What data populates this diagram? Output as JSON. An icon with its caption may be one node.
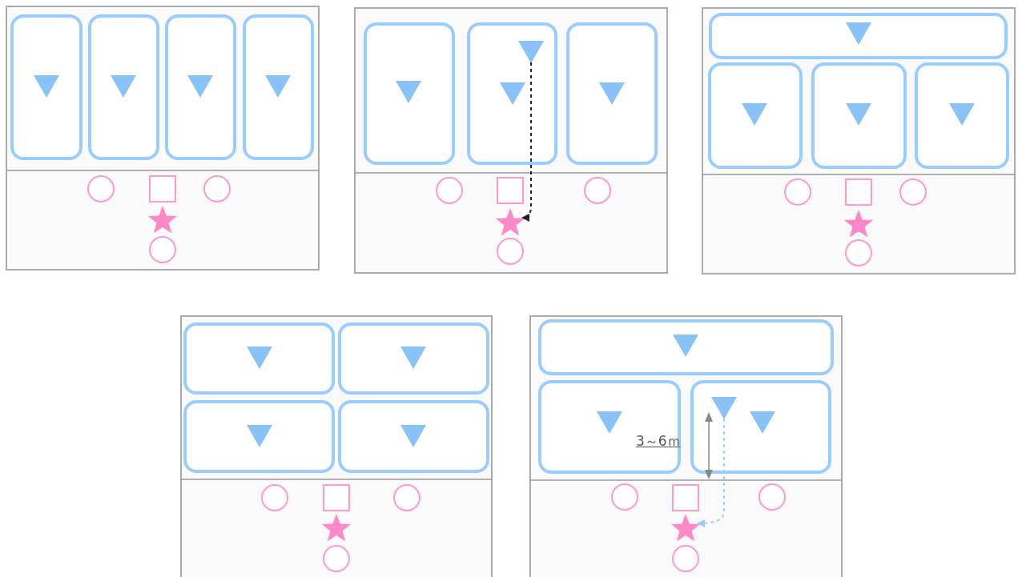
{
  "diagram": {
    "nodes": [
      {
        "text": [],
        "shape": "triangle"
      },
      {
        "text": [],
        "shape": "triangle"
      },
      {
        "text": [],
        "shape": "triangle"
      },
      {
        "text": [],
        "shape": "triangle"
      },
      {
        "text": [],
        "shape": "star"
      },
      {
        "text": [],
        "shape": "triangle"
      },
      {
        "text": [],
        "shape": "triangle"
      },
      {
        "text": [],
        "shape": "triangle"
      },
      {
        "text": [],
        "shape": "triangle"
      },
      {
        "text": [],
        "shape": "star"
      },
      {
        "text": [],
        "shape": "triangle"
      },
      {
        "text": [],
        "shape": "triangle"
      },
      {
        "text": [],
        "shape": "triangle"
      },
      {
        "text": [],
        "shape": "triangle"
      },
      {
        "text": [],
        "shape": "star"
      },
      {
        "text": [],
        "shape": "triangle"
      },
      {
        "text": [],
        "shape": "triangle"
      },
      {
        "text": [],
        "shape": "triangle"
      },
      {
        "text": [],
        "shape": "triangle"
      },
      {
        "text": [],
        "shape": "star"
      },
      {
        "text": [],
        "shape": "triangle"
      },
      {
        "text": [],
        "shape": "triangle"
      },
      {
        "text": [],
        "shape": "triangle"
      },
      {
        "text": [],
        "shape": "triangle"
      },
      {
        "text": [],
        "shape": "star"
      }
    ],
    "edges": [
      {
        "from": 5,
        "to": 9,
        "arrow": "to",
        "style": "dashed"
      },
      {
        "from": 21,
        "to": 24,
        "arrow": "to",
        "style": "dashed",
        "color": "#99ccff"
      }
    ],
    "labels": [
      "3～6ｍ"
    ]
  }
}
